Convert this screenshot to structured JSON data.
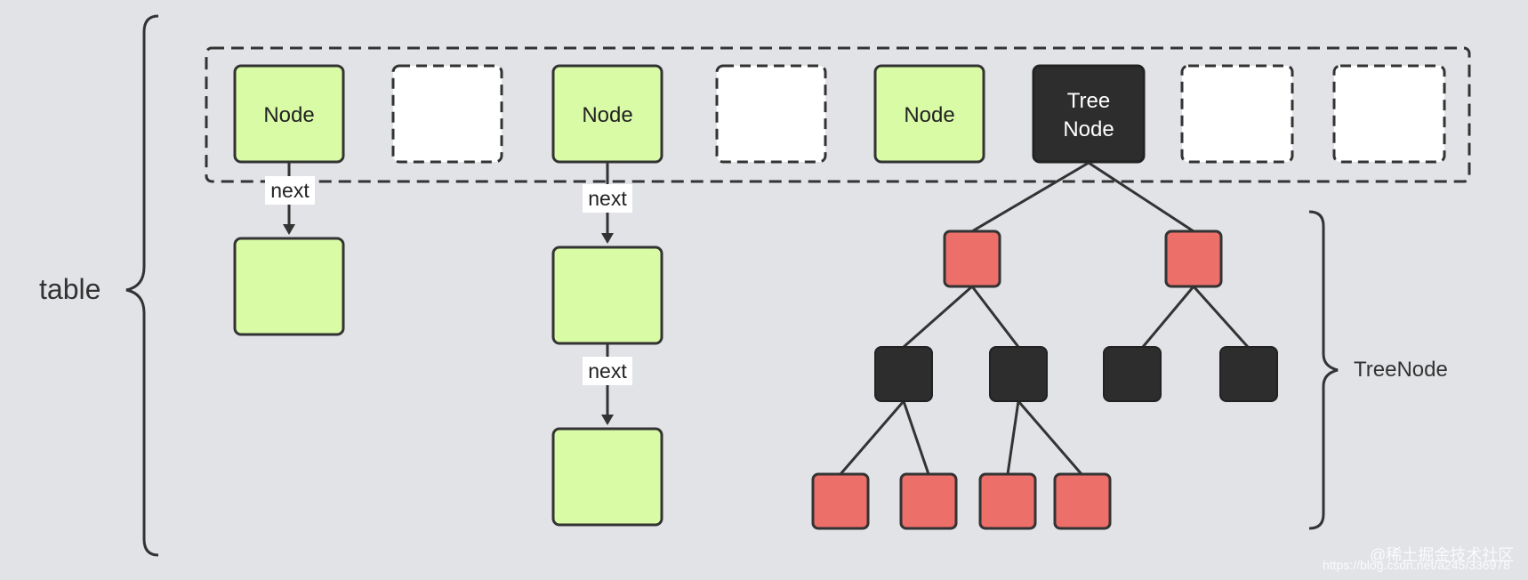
{
  "labels": {
    "table": "table",
    "tree_node_group": "TreeNode",
    "next": "next",
    "node": "Node",
    "tree_node_line1": "Tree",
    "tree_node_line2": "Node"
  },
  "watermark": {
    "line1": "@稀土掘金技术社区",
    "line2": "https://blog.csdn.net/a245/336978"
  },
  "colors": {
    "background": "#e2e3e7",
    "node_green": "#d9fba6",
    "tree_node_black": "#2d2d2d",
    "red_node": "#ed6f6a",
    "empty_bucket": "#ffffff",
    "stroke": "#333333"
  }
}
